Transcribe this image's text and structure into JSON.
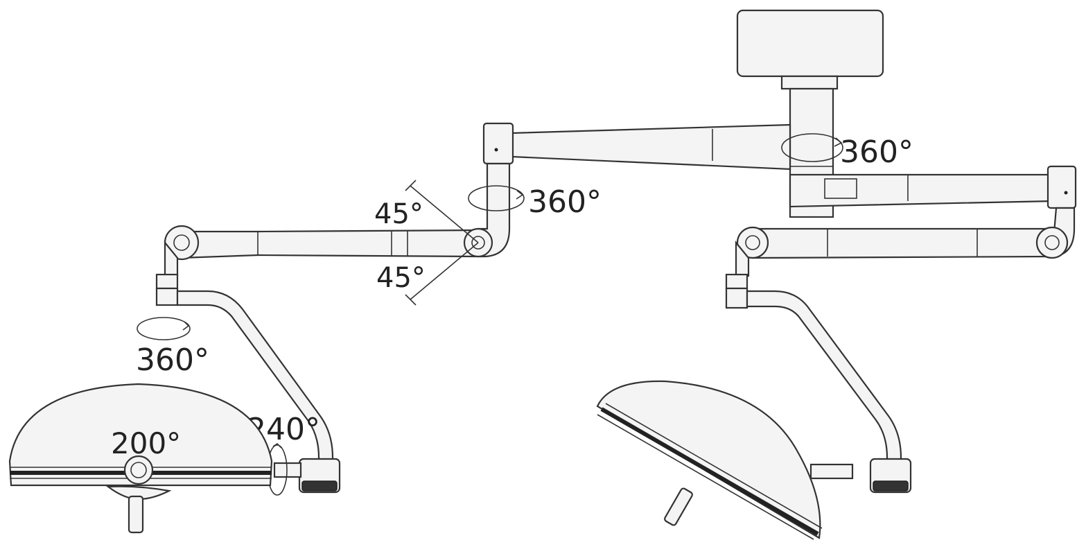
{
  "diagram": {
    "angles": {
      "main_pivot": "360°",
      "upper_arm_joint": "360°",
      "tilt_up": "45°",
      "tilt_down": "45°",
      "left_head_rotation": "360°",
      "yoke_rotation": "240°",
      "lamp_head_tilt": "200°"
    }
  }
}
